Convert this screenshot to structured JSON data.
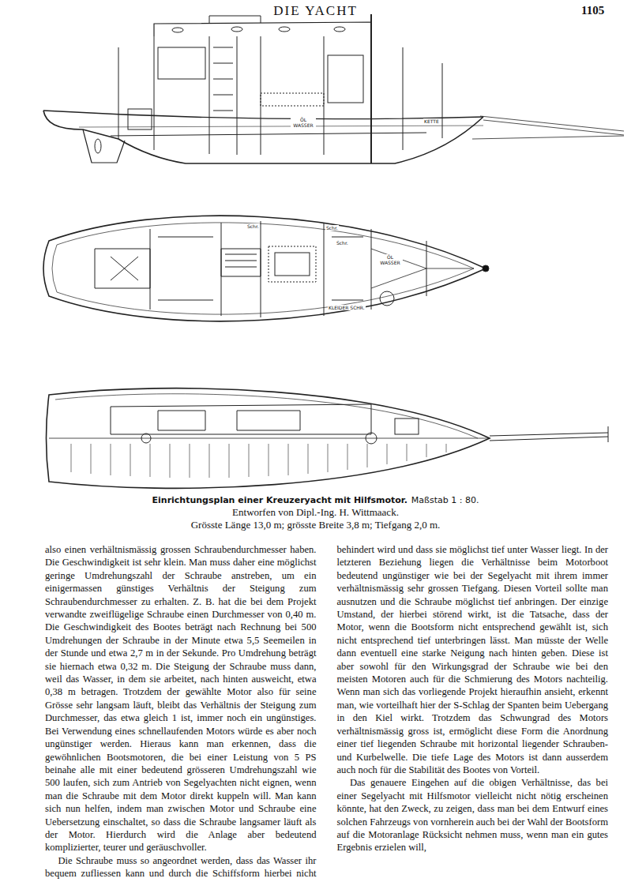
{
  "diagram": {
    "title": "DIE YACHT",
    "caption": "Einrichtungsplan einer Kreuzeryacht mit Hilfsmotor.",
    "labels": [
      "1105",
      "ÖL WASSER",
      "KETTE",
      "Schr.",
      "Schr.",
      "Schr.",
      "KLEIDER SCHR.",
      "ÖL WASSER",
      "Maßstab 1 : 80.",
      "Entworfen von Dipl.-Ing. H. Wittmaack.",
      "Grösste Länge 13,0 m; grösste Breite 3,8 m; Tiefgang 2,0 m.",
      "also einen verhältnismässig grossen Schraubendurchmesser haben. Die Geschwindigkeit ist sehr klein. Man muss daher eine möglichst geringe Umdrehungszahl der Schraube anstreben, um ein einigermassen günstiges Verhältnis der Steigung zum Schraubendurchmesser zu erhalten. Z. B. hat die bei dem Projekt verwandte zweiflügelige Schraube einen Durchmesser von 0,40 m. Die Geschwindigkeit des Bootes beträgt nach Rechnung bei 500 Umdrehungen der Schraube in der Minute etwa 5,5 Seemeilen in der Stunde und etwa 2,7 m in der Sekunde. Pro Umdrehung beträgt sie hiernach etwa 0,32 m. Die Steigung der Schraube muss dann, weil das Wasser, in dem sie arbeitet, nach hinten ausweicht, etwa 0,38 m betragen. Trotzdem der gewählte Motor also für seine Grösse sehr langsam läuft, bleibt das Verhältnis der Steigung zum Durchmesser, das etwa gleich 1 ist, immer noch ein ungünstiges. Bei Verwendung eines schnellaufenden Motors würde es aber noch ungünstiger werden. Hieraus kann man erkennen, dass die gewöhnlichen Bootsmotoren, die bei einer Leistung von 5 PS beinahe alle mit einer bedeutend grösseren Umdrehungszahl wie 500 laufen, sich zum Antrieb von Segelyachten nicht eignen, wenn man die Schraube mit dem Motor direkt kuppeln will. Man kann sich nun helfen, indem man zwischen Motor und Schraube eine Uebersetzung einschaltet, so dass die Schraube langsamer läuft als der Motor. Hierdurch wird die Anlage aber bedeutend komplizierter, teurer und geräuschvoller.",
      "Die Schraube muss so angeordnet werden, dass das Wasser ihr bequem zufliessen kann und durch die Schiffsform hierbei nicht behindert wird und dass sie möglichst tief unter Wasser liegt. In der letzteren Beziehung liegen die Verhältnisse beim Motorboot bedeutend ungünstiger wie bei der Segelyacht mit ihrem immer verhältnismässig sehr grossen Tiefgang. Diesen Vorteil sollte man ausnutzen und die Schraube möglichst tief anbringen. Der einzige Umstand, der hierbei störend wirkt, ist die Tatsache, dass der Motor, wenn die Bootsform nicht entsprechend gewählt ist, sich nicht entsprechend tief unterbringen lässt. Man müsste der Welle dann eventuell eine starke Neigung nach hinten geben. Diese ist aber sowohl für den Wirkungsgrad der Schraube wie bei den meisten Motoren auch für die Schmierung des Motors nachteilig. Wenn man sich das vorliegende Projekt hieraufhin ansieht, erkennt man, wie vorteilhaft hier der S-Schlag der Spanten beim Uebergang in den Kiel wirkt. Trotzdem das Schwungrad des Motors verhältnismässig gross ist, ermöglicht diese Form die Anordnung einer tief liegenden Schraube mit horizontal liegender Schrauben- und Kurbelwelle. Die tiefe Lage des Motors ist dann ausserdem auch noch für die Stabilität des Bootes von Vorteil.",
      "Das genauere Eingehen auf die obigen Verhältnisse, das bei einer Segelyacht mit Hilfsmotor vielleicht nicht nötig erscheinen könnte, hat den Zweck, zu zeigen, dass man bei dem Entwurf eines solchen Fahrzeugs von vornherein auch bei der Wahl der Bootsform auf die Motoranlage Rücksicht nehmen muss, wenn man ein gutes Ergebnis erzielen will,"
    ]
  }
}
